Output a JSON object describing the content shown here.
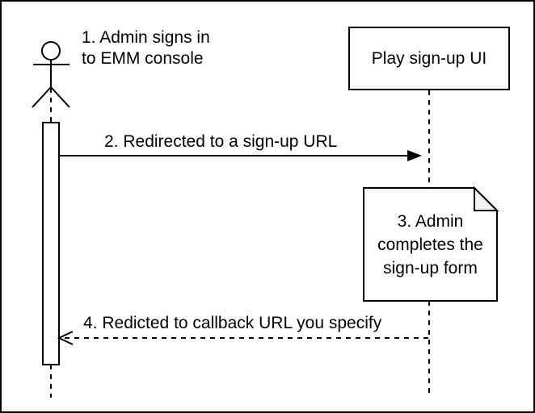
{
  "diagram": {
    "type": "sequence-diagram",
    "colors": {
      "stroke": "#000000",
      "background": "#ffffff",
      "note_fold_fill": "#f2f2f2"
    },
    "participants": [
      {
        "id": "admin",
        "kind": "actor",
        "icon": "stick-figure-actor-icon",
        "label": ""
      },
      {
        "id": "play-sign-up-ui",
        "kind": "object",
        "label": "Play sign-up UI"
      }
    ],
    "messages": [
      {
        "step": "1",
        "kind": "annotation",
        "text_lines": [
          "1. Admin signs in",
          "to EMM console"
        ]
      },
      {
        "step": "2",
        "kind": "solid-arrow",
        "from": "admin",
        "to": "play-sign-up-ui",
        "text": "2. Redirected to a sign-up URL"
      },
      {
        "step": "3",
        "kind": "note",
        "text_lines": [
          "3. Admin",
          "completes the",
          "sign-up form"
        ]
      },
      {
        "step": "4",
        "kind": "dashed-return-arrow",
        "from": "play-sign-up-ui",
        "to": "admin",
        "text": "4. Redicted to callback URL you specify"
      }
    ]
  }
}
